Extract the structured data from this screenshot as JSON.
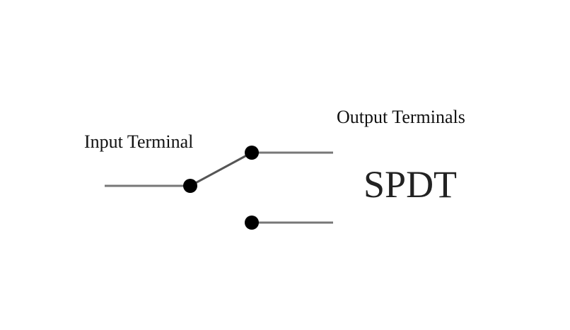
{
  "labels": {
    "input": "Input Terminal",
    "output": "Output Terminals",
    "title": "SPDT"
  }
}
